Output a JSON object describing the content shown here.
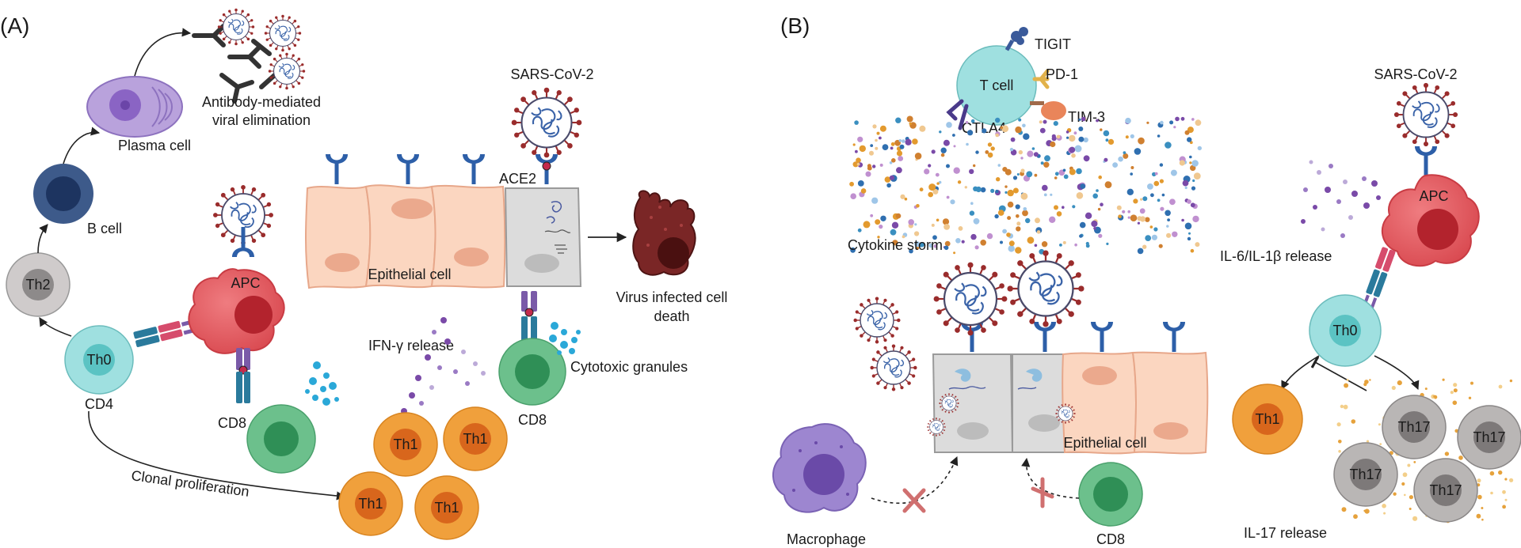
{
  "panel_a": {
    "label": "(A)",
    "antibody_text_1": "Antibody-mediated",
    "antibody_text_2": "viral elimination",
    "plasma_cell": "Plasma cell",
    "b_cell": "B cell",
    "th2": "Th2",
    "th0": "Th0",
    "cd4": "CD4",
    "apc": "APC",
    "cd8_left": "CD8",
    "sars": "SARS-CoV-2",
    "ace2": "ACE2",
    "epithelial": "Epithelial cell",
    "death_1": "Virus infected cell",
    "death_2": "death",
    "ifn": "IFN-γ release",
    "cytotoxic": "Cytotoxic granules",
    "cd8_mid": "CD8",
    "clonal": "Clonal proliferation",
    "th1": "Th1"
  },
  "panel_b": {
    "label": "(B)",
    "tigit": "TIGIT",
    "tcell": "T cell",
    "pd1": "PD-1",
    "tim3": "TIM-3",
    "ctla4": "CTLA4",
    "storm": "Cytokine storm",
    "sars": "SARS-CoV-2",
    "apc": "APC",
    "il6": "IL-6/IL-1β release",
    "th0": "Th0",
    "th1": "Th1",
    "th17": "Th17",
    "il17": "IL-17 release",
    "epithelial": "Epithelial cell",
    "macrophage": "Macrophage",
    "cd8": "CD8"
  },
  "colors": {
    "apc": "#e05a5f",
    "th0": "#9fe0e0",
    "cd8": "#6cc08c",
    "th1": "#f0a03c",
    "th17": "#b9b6b5",
    "bcell": "#3d5a8a",
    "plasma": "#b9a2dc",
    "epithelial": "#fbd6c0",
    "infected": "#dcdcdc",
    "virus_spike": "#9a2c2c",
    "receptor": "#2d5fa8",
    "dead_cell": "#7a2626",
    "macrophage": "#9d86d0"
  }
}
